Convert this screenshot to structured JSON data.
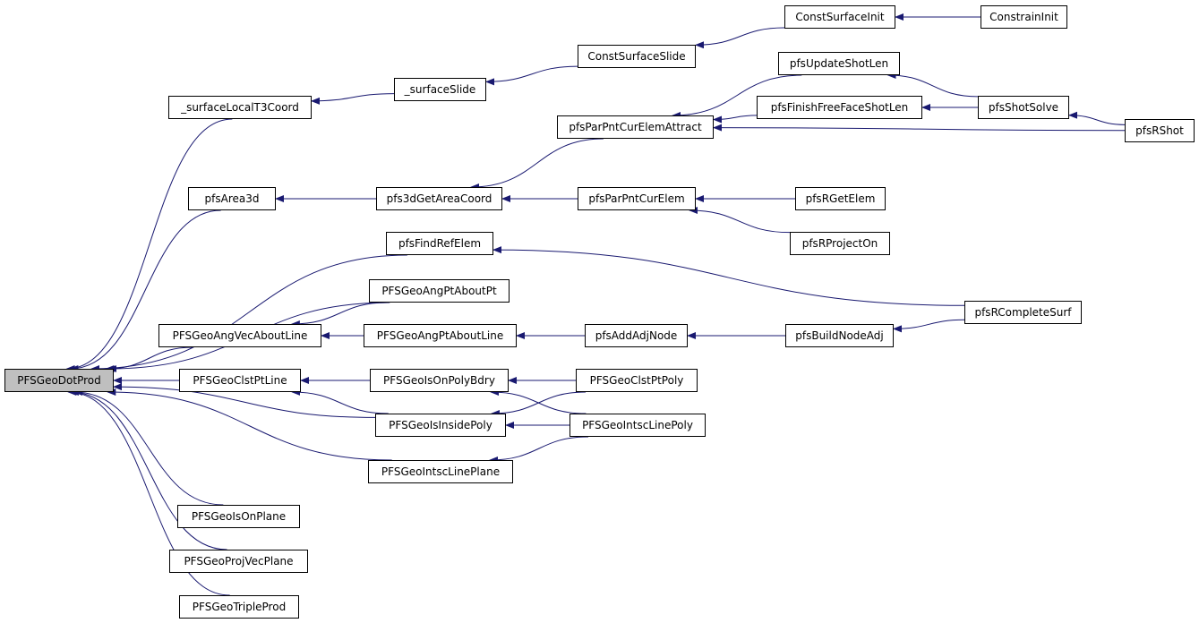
{
  "graph": {
    "edge_color": "#191970",
    "root_fill": "#bfbfbf",
    "nodes": [
      {
        "id": "dot",
        "label": "PFSGeoDotProd",
        "root": true
      },
      {
        "id": "slt3",
        "label": "_surfaceLocalT3Coord"
      },
      {
        "id": "ss",
        "label": "_surfaceSlide"
      },
      {
        "id": "css",
        "label": "ConstSurfaceSlide"
      },
      {
        "id": "csi",
        "label": "ConstSurfaceInit"
      },
      {
        "id": "ci",
        "label": "ConstrainInit"
      },
      {
        "id": "ushot",
        "label": "pfsUpdateShotLen"
      },
      {
        "id": "ffshot",
        "label": "pfsFinishFreeFaceShotLen"
      },
      {
        "id": "shotsolve",
        "label": "pfsShotSolve"
      },
      {
        "id": "rshot",
        "label": "pfsRShot"
      },
      {
        "id": "ppcea",
        "label": "pfsParPntCurElemAttract"
      },
      {
        "id": "area3d",
        "label": "pfsArea3d"
      },
      {
        "id": "gac",
        "label": "pfs3dGetAreaCoord"
      },
      {
        "id": "ppce",
        "label": "pfsParPntCurElem"
      },
      {
        "id": "rge",
        "label": "pfsRGetElem"
      },
      {
        "id": "rpo",
        "label": "pfsRProjectOn"
      },
      {
        "id": "fre",
        "label": "pfsFindRefElem"
      },
      {
        "id": "rcs",
        "label": "pfsRCompleteSurf"
      },
      {
        "id": "gapp",
        "label": "PFSGeoAngPtAboutPt"
      },
      {
        "id": "gavl",
        "label": "PFSGeoAngVecAboutLine"
      },
      {
        "id": "gapl",
        "label": "PFSGeoAngPtAboutLine"
      },
      {
        "id": "aan",
        "label": "pfsAddAdjNode"
      },
      {
        "id": "bna",
        "label": "pfsBuildNodeAdj"
      },
      {
        "id": "gcpl",
        "label": "PFSGeoClstPtLine"
      },
      {
        "id": "giopb",
        "label": "PFSGeoIsOnPolyBdry"
      },
      {
        "id": "gcpp",
        "label": "PFSGeoClstPtPoly"
      },
      {
        "id": "gip",
        "label": "PFSGeoIsInsidePoly"
      },
      {
        "id": "gilp",
        "label": "PFSGeoIntscLinePoly"
      },
      {
        "id": "gilpl",
        "label": "PFSGeoIntscLinePlane"
      },
      {
        "id": "giop",
        "label": "PFSGeoIsOnPlane"
      },
      {
        "id": "gpvp",
        "label": "PFSGeoProjVecPlane"
      },
      {
        "id": "gtp",
        "label": "PFSGeoTripleProd"
      }
    ],
    "edges": [
      {
        "from": "slt3",
        "to": "dot"
      },
      {
        "from": "area3d",
        "to": "dot"
      },
      {
        "from": "fre",
        "to": "dot"
      },
      {
        "from": "gapp",
        "to": "dot"
      },
      {
        "from": "gavl",
        "to": "dot"
      },
      {
        "from": "gcpl",
        "to": "dot"
      },
      {
        "from": "gip",
        "to": "dot"
      },
      {
        "from": "gilpl",
        "to": "dot"
      },
      {
        "from": "giop",
        "to": "dot"
      },
      {
        "from": "gpvp",
        "to": "dot"
      },
      {
        "from": "gtp",
        "to": "dot"
      },
      {
        "from": "ss",
        "to": "slt3"
      },
      {
        "from": "css",
        "to": "ss"
      },
      {
        "from": "csi",
        "to": "css"
      },
      {
        "from": "ci",
        "to": "csi"
      },
      {
        "from": "gac",
        "to": "area3d"
      },
      {
        "from": "ppce",
        "to": "gac"
      },
      {
        "from": "ppcea",
        "to": "gac"
      },
      {
        "from": "ushot",
        "to": "ppcea"
      },
      {
        "from": "ffshot",
        "to": "ppcea"
      },
      {
        "from": "rshot",
        "to": "ppcea"
      },
      {
        "from": "shotsolve",
        "to": "ushot"
      },
      {
        "from": "shotsolve",
        "to": "ffshot"
      },
      {
        "from": "rshot",
        "to": "shotsolve"
      },
      {
        "from": "rge",
        "to": "ppce"
      },
      {
        "from": "rpo",
        "to": "ppce"
      },
      {
        "from": "rcs",
        "to": "fre"
      },
      {
        "from": "gapp",
        "to": "gavl"
      },
      {
        "from": "gapl",
        "to": "gavl"
      },
      {
        "from": "aan",
        "to": "gapl"
      },
      {
        "from": "bna",
        "to": "aan"
      },
      {
        "from": "rcs",
        "to": "bna"
      },
      {
        "from": "giopb",
        "to": "gcpl"
      },
      {
        "from": "gip",
        "to": "gcpl"
      },
      {
        "from": "gcpp",
        "to": "giopb"
      },
      {
        "from": "gilp",
        "to": "giopb"
      },
      {
        "from": "gcpp",
        "to": "gip"
      },
      {
        "from": "gilp",
        "to": "gip"
      },
      {
        "from": "gilp",
        "to": "gilpl"
      }
    ]
  }
}
